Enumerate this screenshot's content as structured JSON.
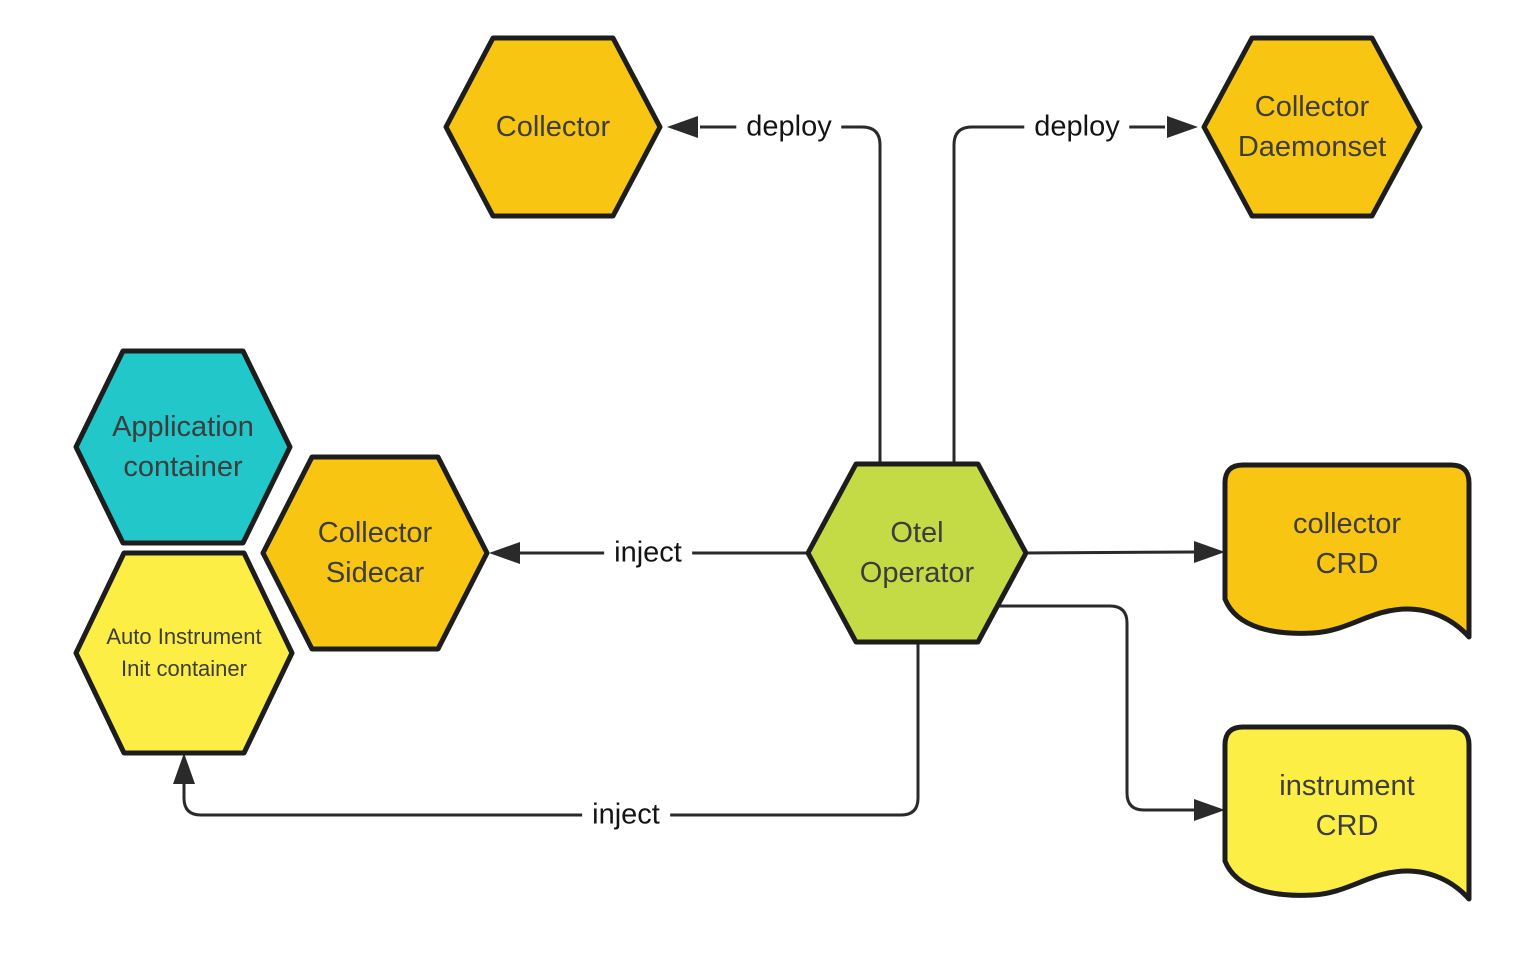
{
  "colors": {
    "orange": "#f9c513",
    "cyan": "#21c7c9",
    "yellow": "#fdee45",
    "green": "#c5db45",
    "shape_stroke": "#1d1d1d",
    "line": "#2a2a2a",
    "node_text": "#3d3d3d",
    "edge_text": "#141414"
  },
  "nodes": {
    "collector": {
      "label": "Collector",
      "fill": "#f9c513",
      "shape": "hexagon"
    },
    "collector_daemonset": {
      "label": "Collector\nDaemonset",
      "fill": "#f9c513",
      "shape": "hexagon"
    },
    "application_container": {
      "label": "Application\ncontainer",
      "fill": "#21c7c9",
      "shape": "hexagon"
    },
    "collector_sidecar": {
      "label": "Collector\nSidecar",
      "fill": "#f9c513",
      "shape": "hexagon"
    },
    "auto_instrument_init": {
      "label": "Auto Instrument\nInit container",
      "fill": "#fdee45",
      "shape": "hexagon"
    },
    "otel_operator": {
      "label": "Otel\nOperator",
      "fill": "#c5db45",
      "shape": "hexagon"
    },
    "collector_crd": {
      "label": "collector\nCRD",
      "fill": "#f9c513",
      "shape": "document"
    },
    "instrument_crd": {
      "label": "instrument\nCRD",
      "fill": "#fdee45",
      "shape": "document"
    }
  },
  "edges": {
    "deploy_collector": {
      "label": "deploy",
      "from": "otel_operator",
      "to": "collector"
    },
    "deploy_daemonset": {
      "label": "deploy",
      "from": "otel_operator",
      "to": "collector_daemonset"
    },
    "inject_sidecar": {
      "label": "inject",
      "from": "otel_operator",
      "to": "collector_sidecar"
    },
    "to_collector_crd": {
      "label": "",
      "from": "otel_operator",
      "to": "collector_crd"
    },
    "to_instrument_crd": {
      "label": "",
      "from": "otel_operator",
      "to": "instrument_crd"
    },
    "inject_init": {
      "label": "inject",
      "from": "otel_operator",
      "to": "auto_instrument_init"
    }
  }
}
